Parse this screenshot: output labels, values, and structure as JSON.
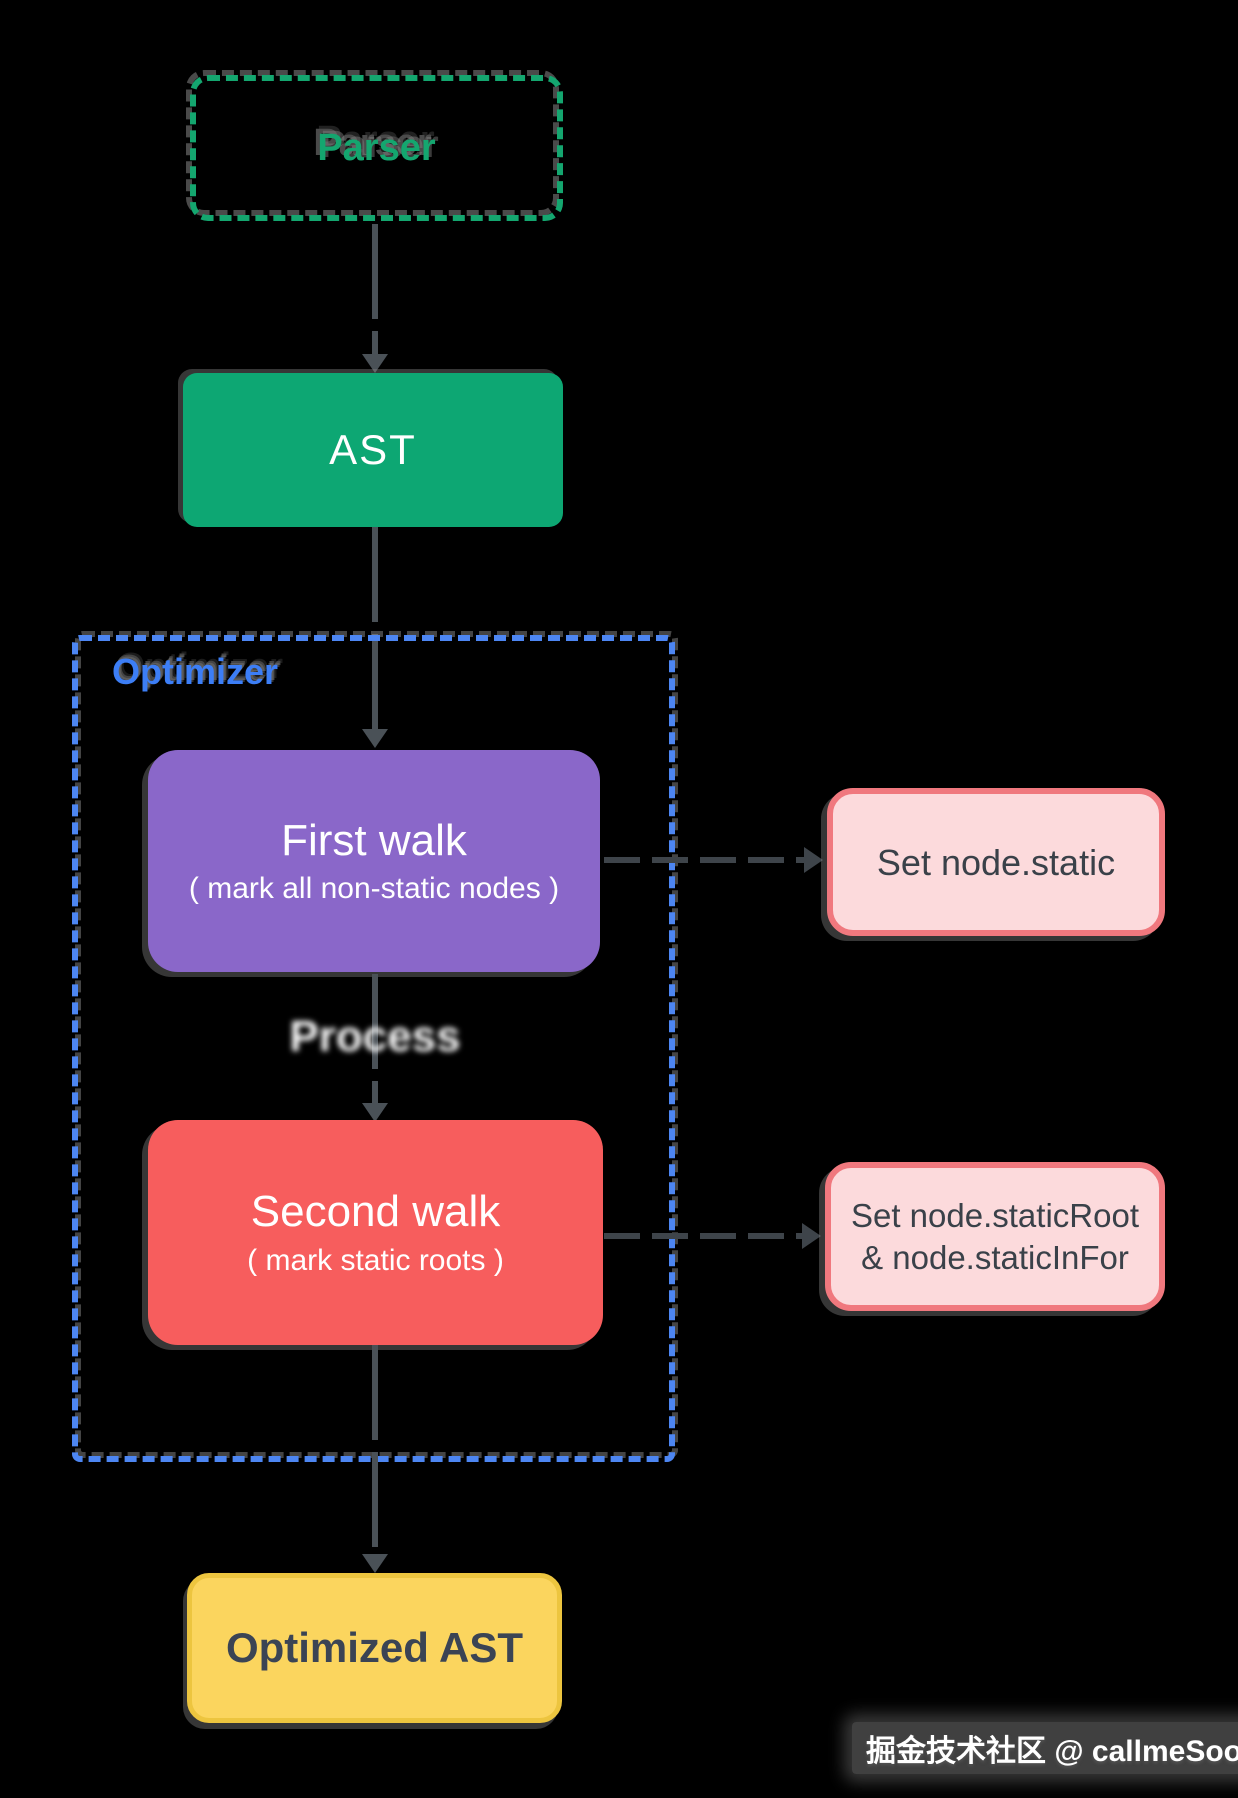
{
  "nodes": {
    "parser": {
      "label": "Parser"
    },
    "ast": {
      "label": "AST"
    },
    "optimizer": {
      "label": "Optimizer"
    },
    "first_walk": {
      "title": "First walk",
      "subtitle": "( mark all non-static nodes )"
    },
    "process": {
      "label": "Process"
    },
    "second_walk": {
      "title": "Second walk",
      "subtitle": "( mark static roots )"
    },
    "set_static": {
      "label": "Set node.static"
    },
    "set_static_root": {
      "line1": "Set node.staticRoot",
      "line2": "& node.staticInFor"
    },
    "optimized_ast": {
      "label": "Optimized AST"
    }
  },
  "watermark": {
    "text": "掘金技术社区 @ callmeSoon"
  },
  "colors": {
    "background": "#000000",
    "parser_green": "#14A66F",
    "ast_green": "#0DA773",
    "optimizer_border_blue": "#4D86F2",
    "optimizer_label_blue": "#3C7EF6",
    "first_walk_purple": "#8A67C9",
    "second_walk_red": "#F75D5D",
    "pink_fill": "#FCDADC",
    "pink_border": "#F0787E",
    "yellow_fill": "#FBD55E",
    "yellow_border": "#EDC53F",
    "dark_text": "#3A4149",
    "arrow_gray": "#4A5157",
    "white_text": "#FFFFFF"
  }
}
